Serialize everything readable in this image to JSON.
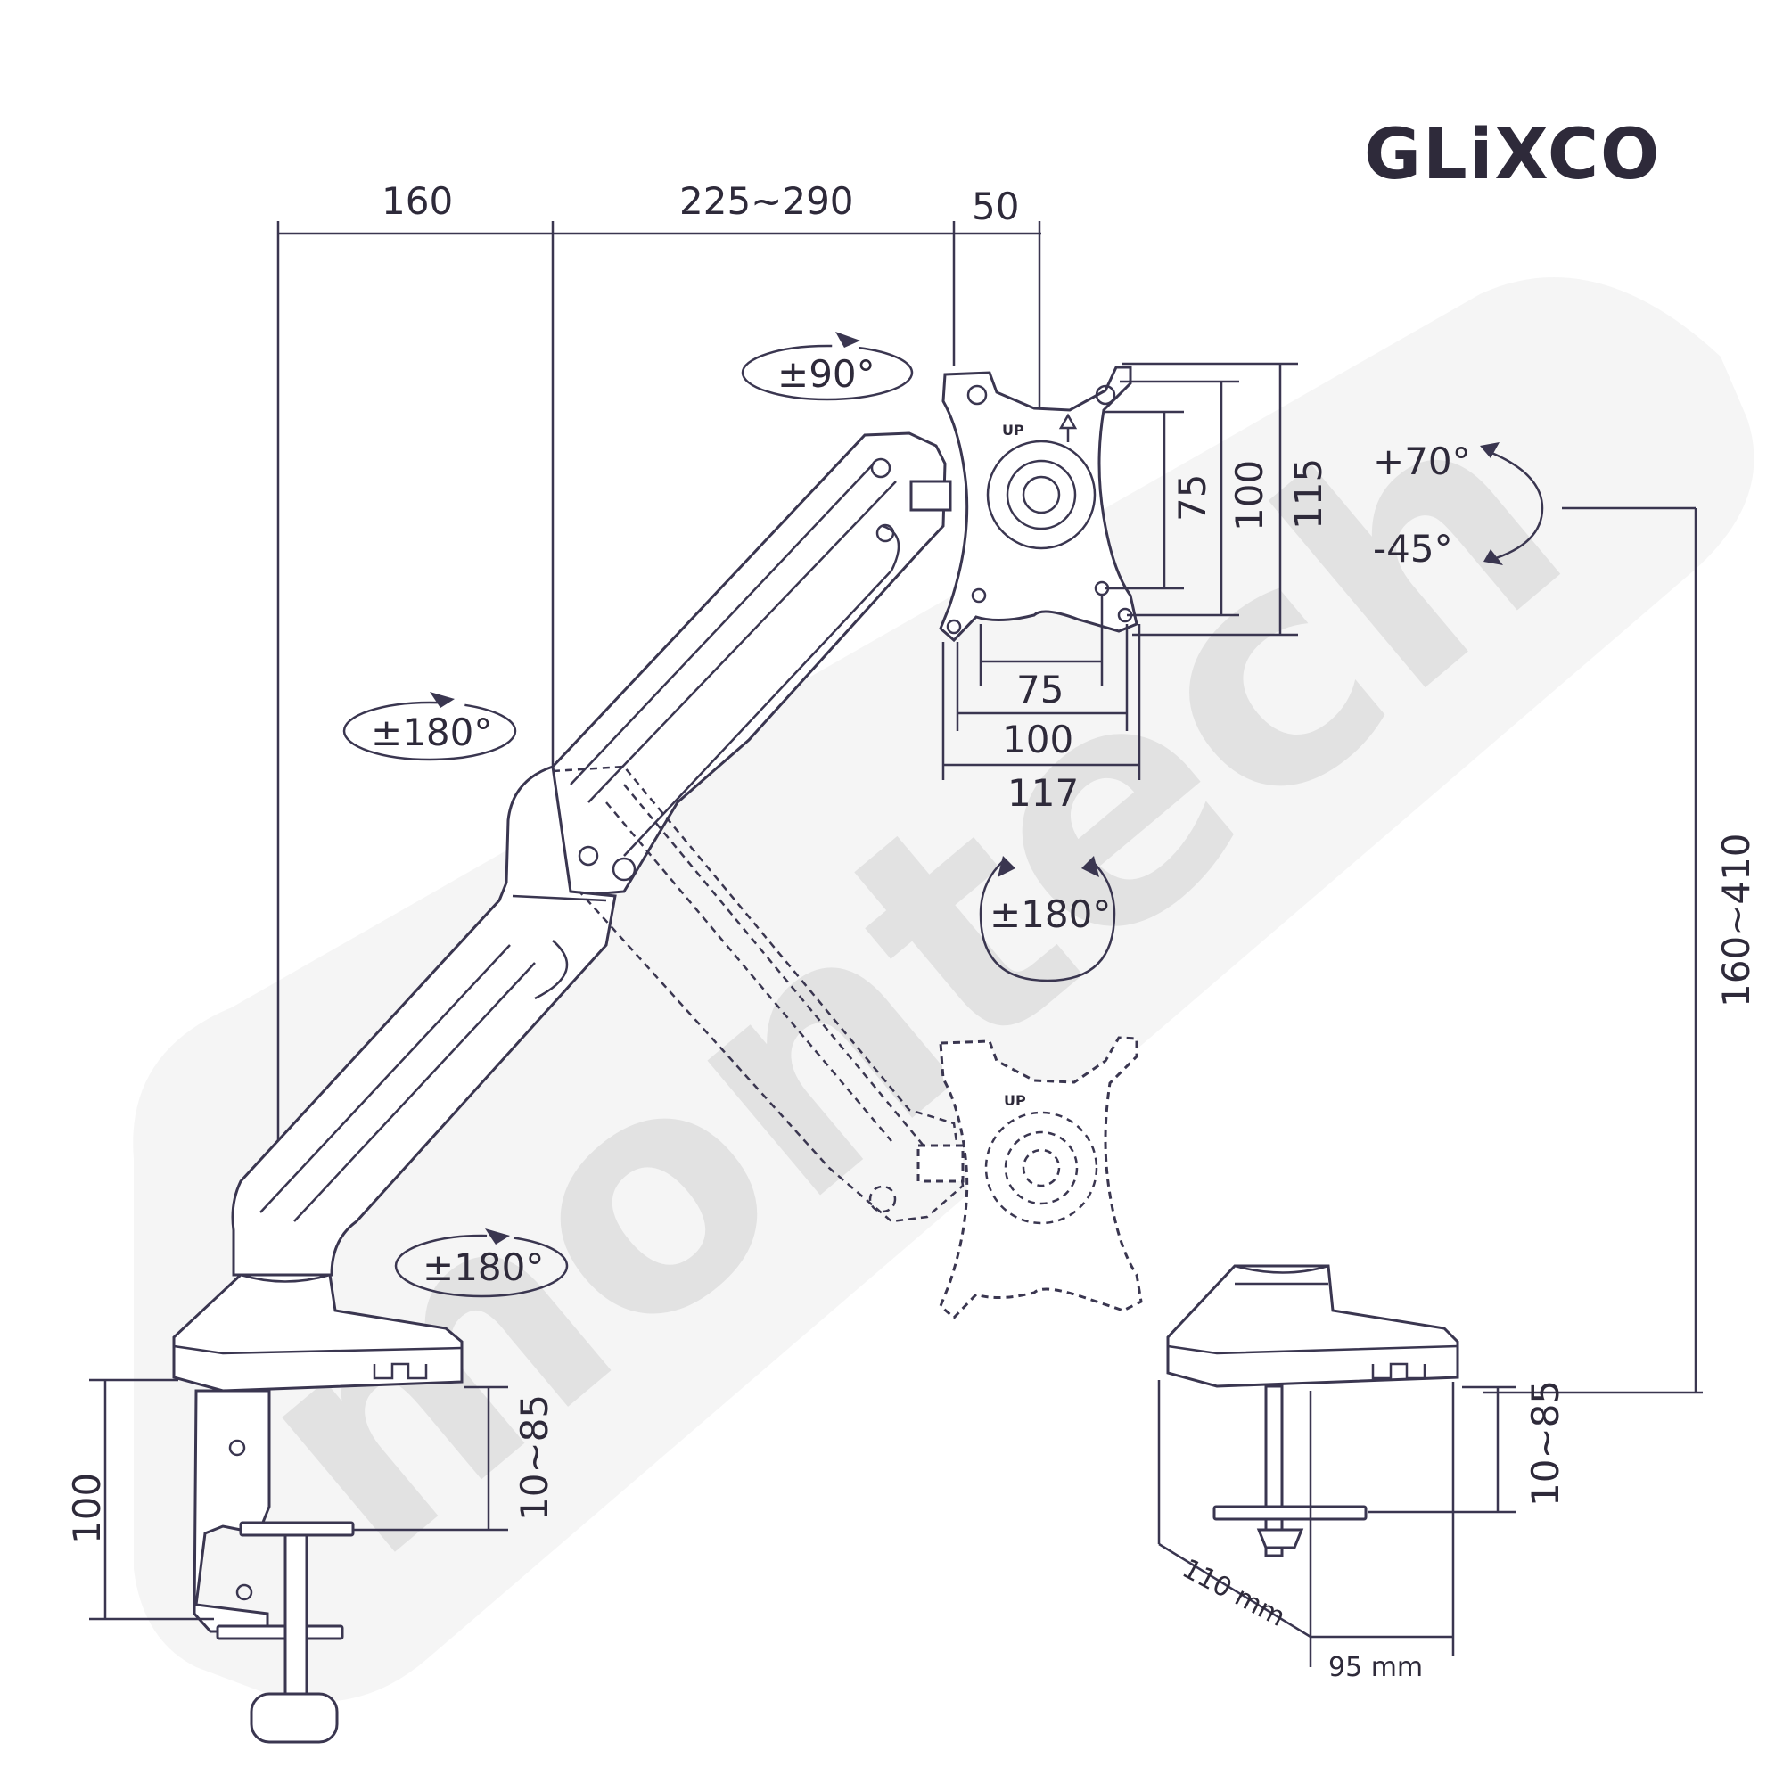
{
  "brand": {
    "logo_text": "GLiXCO"
  },
  "watermark": {
    "text": "montech"
  },
  "dimensions": {
    "top_160": "160",
    "top_225_290": "225~290",
    "top_50": "50",
    "vesa_75_h": "75",
    "vesa_100_h": "100",
    "vesa_117_h": "117",
    "vesa_75_v": "75",
    "vesa_100_v": "100",
    "vesa_115_v": "115",
    "height_range": "160~410",
    "clamp_100": "100",
    "clamp_10_85_left": "10~85",
    "clamp_10_85_right": "10~85",
    "base_110": "110 mm",
    "base_95": "95 mm"
  },
  "rotations": {
    "top_swivel": "±90°",
    "tilt_up": "+70°",
    "tilt_down": "-45°",
    "elbow_swivel": "±180°",
    "rotate_center": "±180°",
    "base_swivel": "±180°"
  },
  "labels": {
    "up_top": "UP",
    "up_bottom": "UP"
  }
}
